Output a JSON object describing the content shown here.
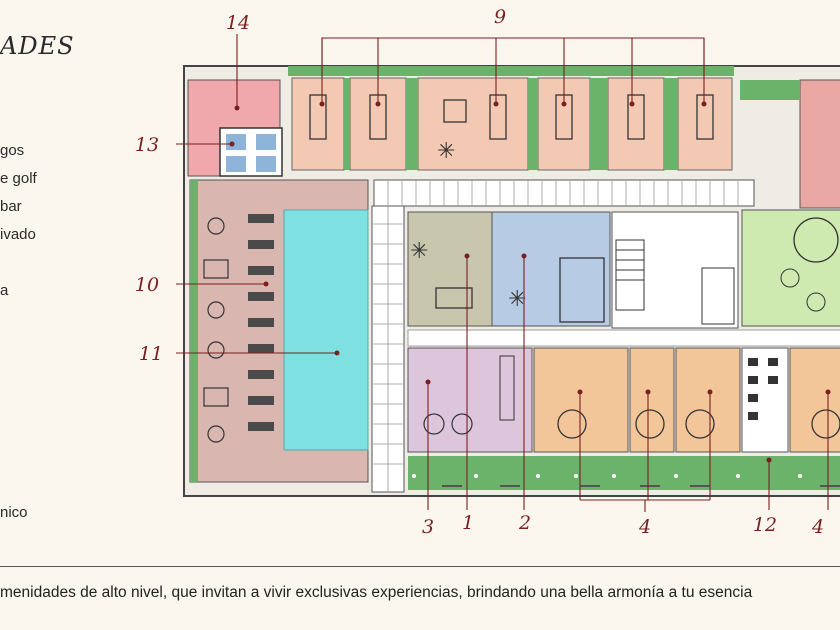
{
  "heading": "ADES",
  "legend": {
    "items": [
      "gos",
      "e golf",
      "bar",
      "ivado",
      "a"
    ],
    "bottom_item": "nico"
  },
  "callouts": [
    {
      "id": "c1",
      "label": "1"
    },
    {
      "id": "c2",
      "label": "2"
    },
    {
      "id": "c3",
      "label": "3"
    },
    {
      "id": "c4a",
      "label": "4"
    },
    {
      "id": "c4b",
      "label": "4"
    },
    {
      "id": "c9",
      "label": "9"
    },
    {
      "id": "c10",
      "label": "10"
    },
    {
      "id": "c11",
      "label": "11"
    },
    {
      "id": "c12",
      "label": "12"
    },
    {
      "id": "c13",
      "label": "13"
    },
    {
      "id": "c14",
      "label": "14"
    }
  ],
  "footer": "menidades de alto nivel, que invitan a vivir exclusivas experiencias, brindando una bella armonía a tu esencia",
  "colors": {
    "accent": "#7a1f1f",
    "lawn": "#6bb36b",
    "pool": "#7fe0e2",
    "meeting_rooms": "#f4c9b4",
    "pool_deck": "#d9b6b0",
    "game_room": "#c9c6ae",
    "office": "#b8cbe5",
    "lounge": "#ddc6dc",
    "suites": "#f3c69a",
    "kids_area": "#cfeab0",
    "entry": "#f1a8ad"
  }
}
